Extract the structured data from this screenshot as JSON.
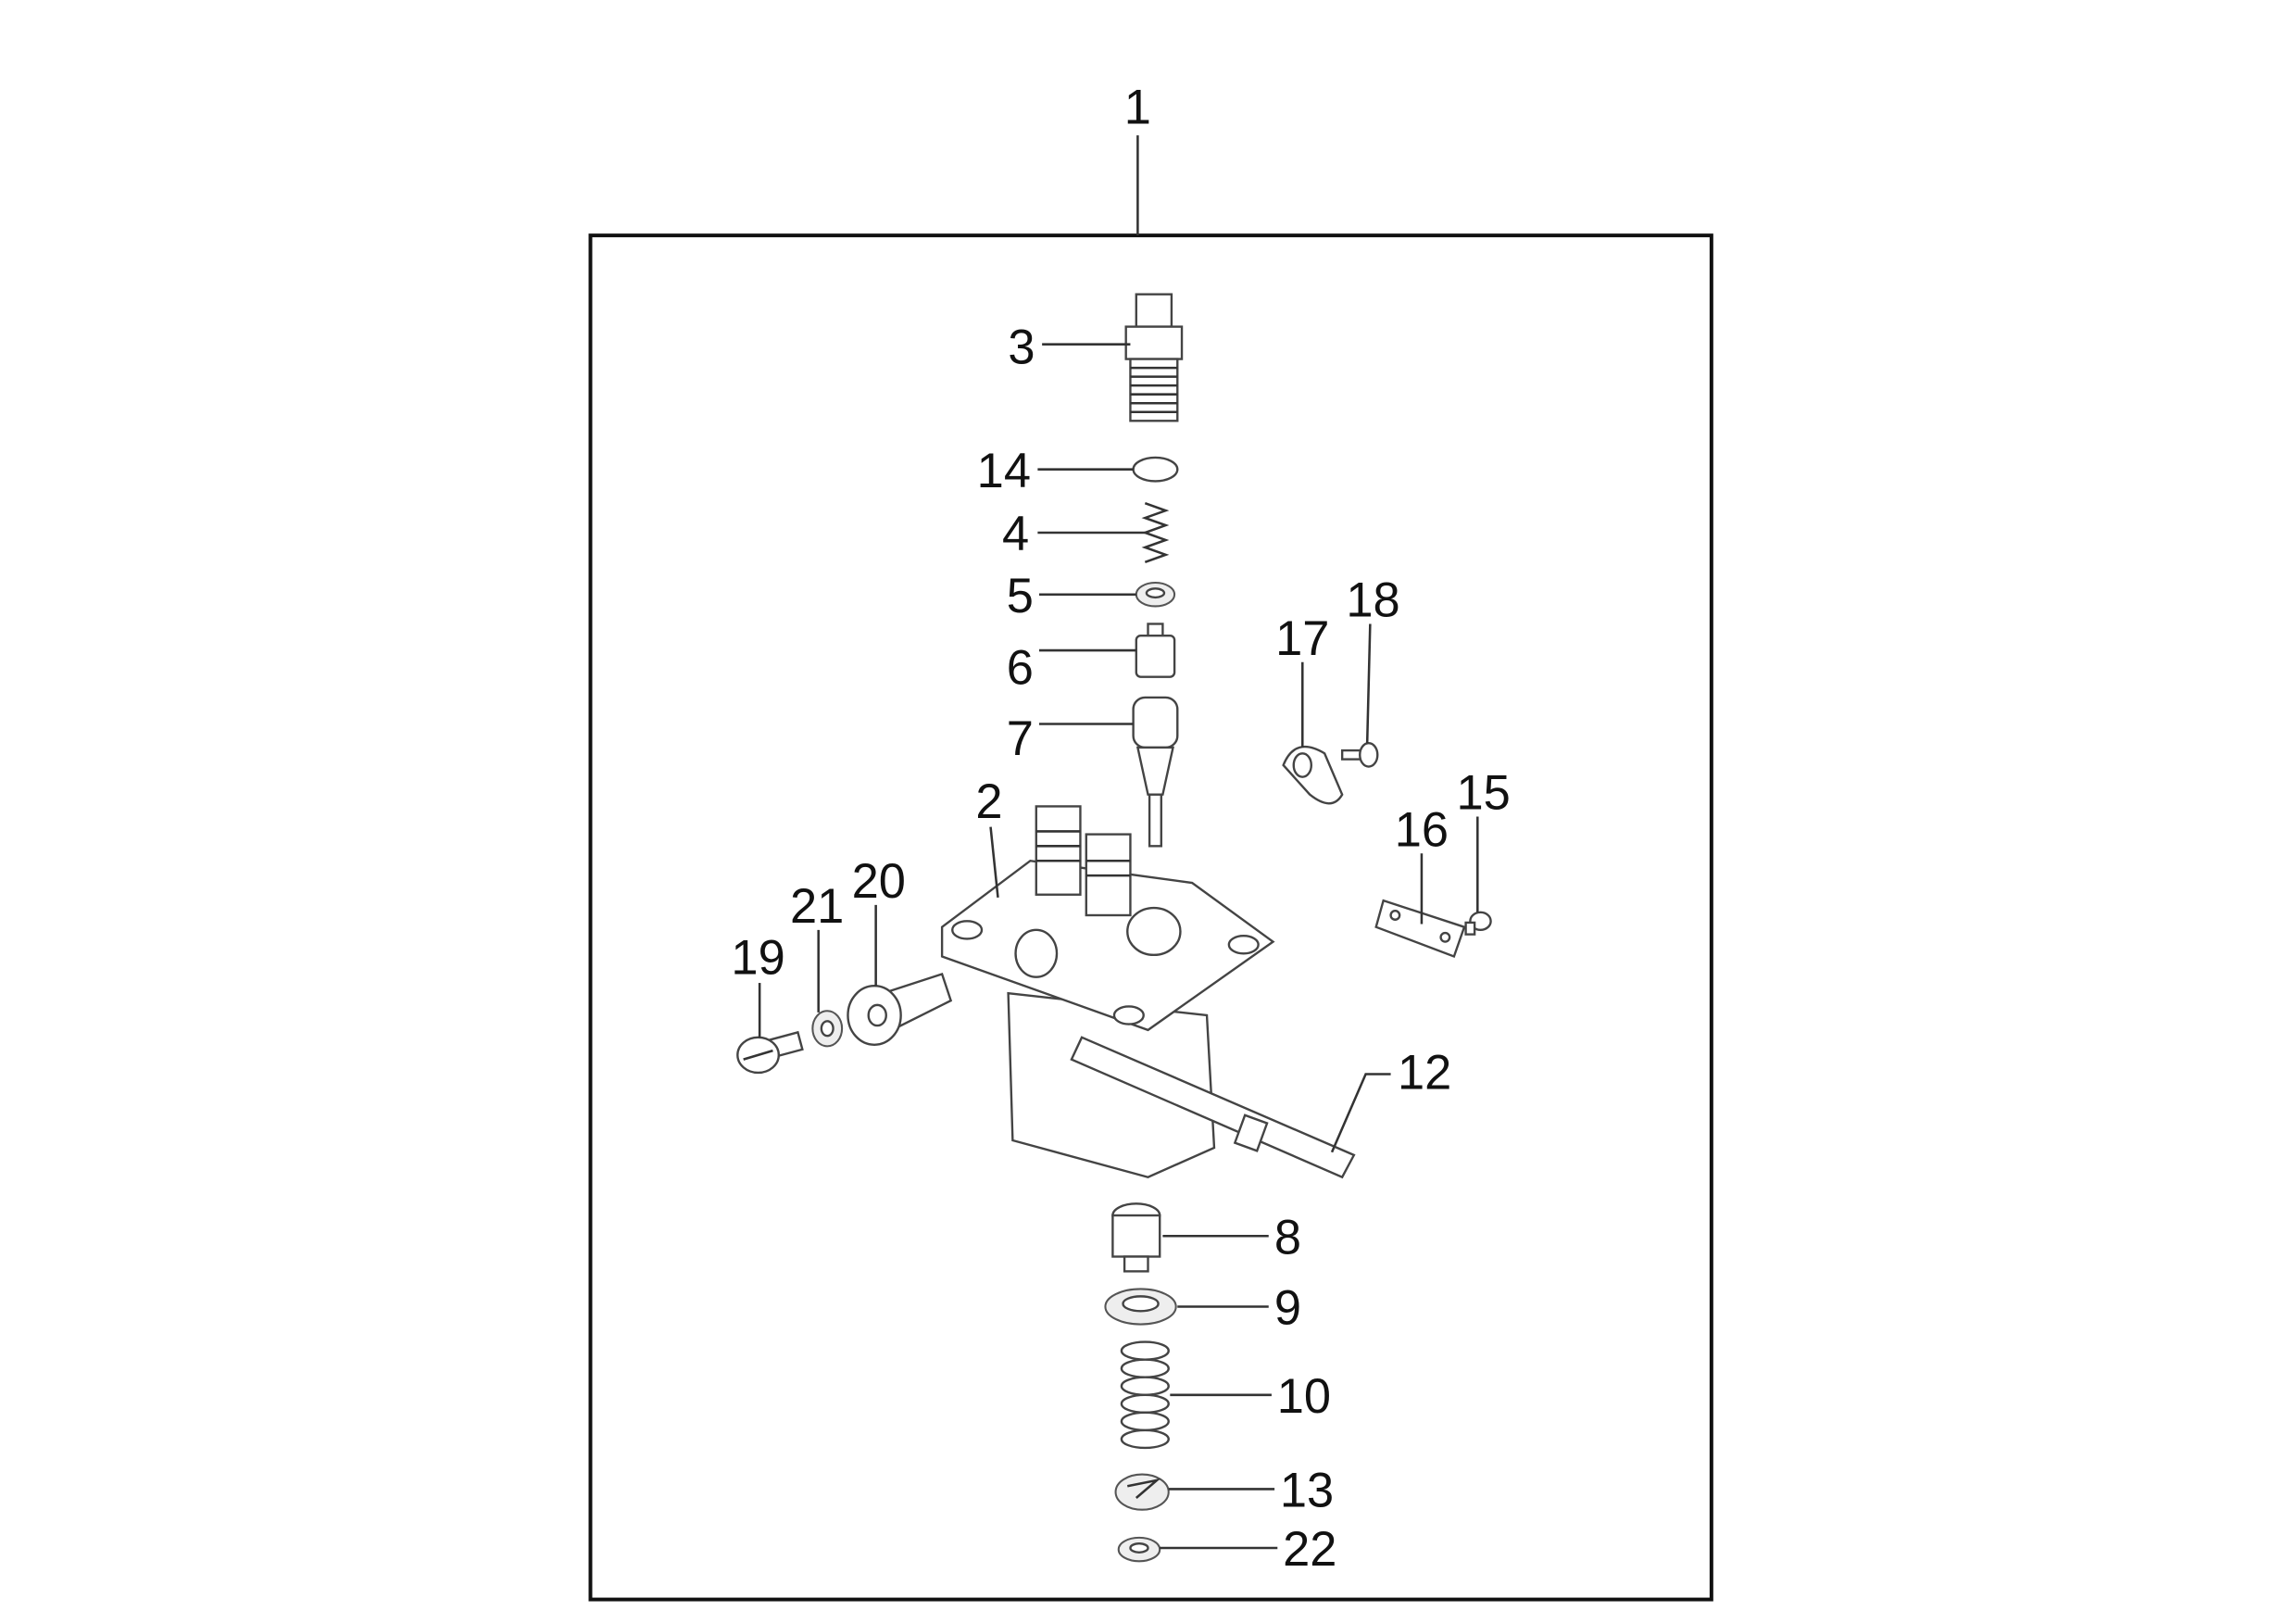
{
  "diagram": {
    "assembly_label": "1",
    "callouts": [
      {
        "id": "3",
        "part": "delivery-valve-holder"
      },
      {
        "id": "14",
        "part": "o-ring"
      },
      {
        "id": "4",
        "part": "spring"
      },
      {
        "id": "5",
        "part": "washer"
      },
      {
        "id": "6",
        "part": "valve"
      },
      {
        "id": "7",
        "part": "plunger"
      },
      {
        "id": "2",
        "part": "pump-body"
      },
      {
        "id": "17",
        "part": "bracket"
      },
      {
        "id": "18",
        "part": "screw"
      },
      {
        "id": "15",
        "part": "screw"
      },
      {
        "id": "16",
        "part": "plate"
      },
      {
        "id": "20",
        "part": "banjo-bolt"
      },
      {
        "id": "21",
        "part": "washer"
      },
      {
        "id": "19",
        "part": "screw"
      },
      {
        "id": "12",
        "part": "control-rod"
      },
      {
        "id": "8",
        "part": "tappet"
      },
      {
        "id": "9",
        "part": "spring-seat"
      },
      {
        "id": "10",
        "part": "spring"
      },
      {
        "id": "13",
        "part": "retainer"
      },
      {
        "id": "22",
        "part": "washer"
      }
    ]
  }
}
